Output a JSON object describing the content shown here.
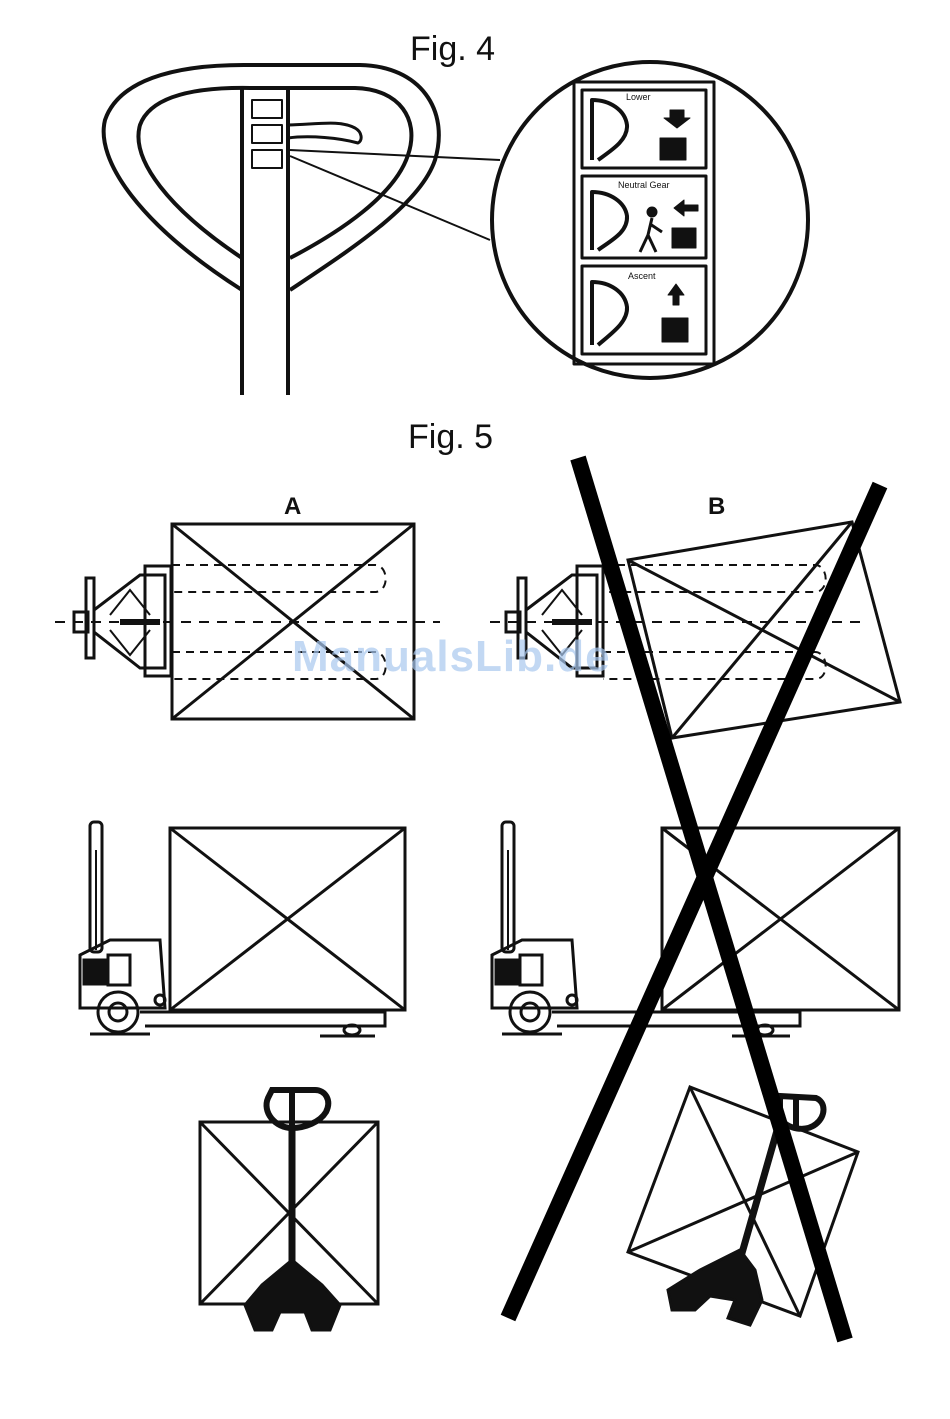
{
  "fig4": {
    "caption": "Fig. 4",
    "callouts": [
      {
        "label": "Lower"
      },
      {
        "label": "Neutral Gear"
      },
      {
        "label": "Ascent"
      }
    ]
  },
  "fig5": {
    "caption": "Fig. 5",
    "panel_a_label": "A",
    "panel_b_label": "B"
  },
  "watermark": "ManualsLib.de",
  "colors": {
    "ink": "#111111",
    "watermark": "#a9c8ef"
  }
}
